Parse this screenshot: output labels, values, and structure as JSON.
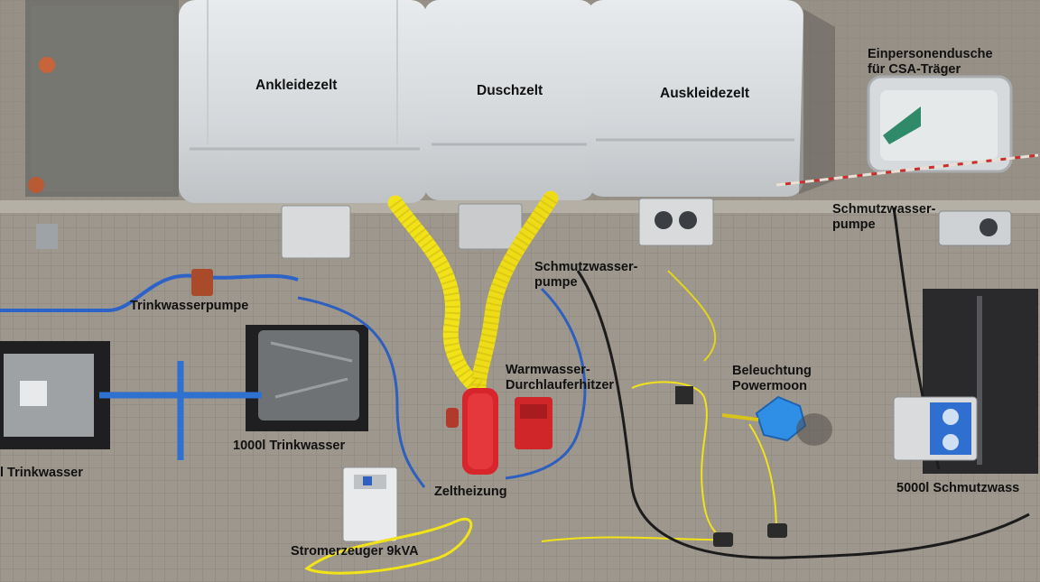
{
  "labels": {
    "ankleidezelt": "Ankleidezelt",
    "duschzelt": "Duschzelt",
    "auskleidezelt": "Auskleidezelt",
    "einpersonendusche_line1": "Einpersonendusche",
    "einpersonendusche_line2": "für CSA-Träger",
    "schmutzwasserpumpe_right_line1": "Schmutzwasser-",
    "schmutzwasserpumpe_right_line2": "pumpe",
    "schmutzwasserpumpe_center_line1": "Schmutzwasser-",
    "schmutzwasserpumpe_center_line2": "pumpe",
    "trinkwasserpumpe": "Trinkwasserpumpe",
    "warmwasser_line1": "Warmwasser-",
    "warmwasser_line2": "Durchlauferhitzer",
    "beleuchtung_line1": "Beleuchtung",
    "beleuchtung_line2": "Powermoon",
    "trinkwasser_1000": "1000l Trinkwasser",
    "trinkwasser_left": "l Trinkwasser",
    "zeltheizung": "Zeltheizung",
    "stromerzeuger": "Stromerzeuger 9kVA",
    "schmutzwasser_5000": "5000l Schmutzwass"
  },
  "colors": {
    "pavement": "#9c968c",
    "tent": "#d9dde0",
    "hose_yellow": "#f2e21a",
    "heater_red": "#d8242b",
    "tank_black": "#2a2a2c",
    "lamp_blue": "#2f8fe6",
    "water_line_blue": "#2d63c8"
  }
}
